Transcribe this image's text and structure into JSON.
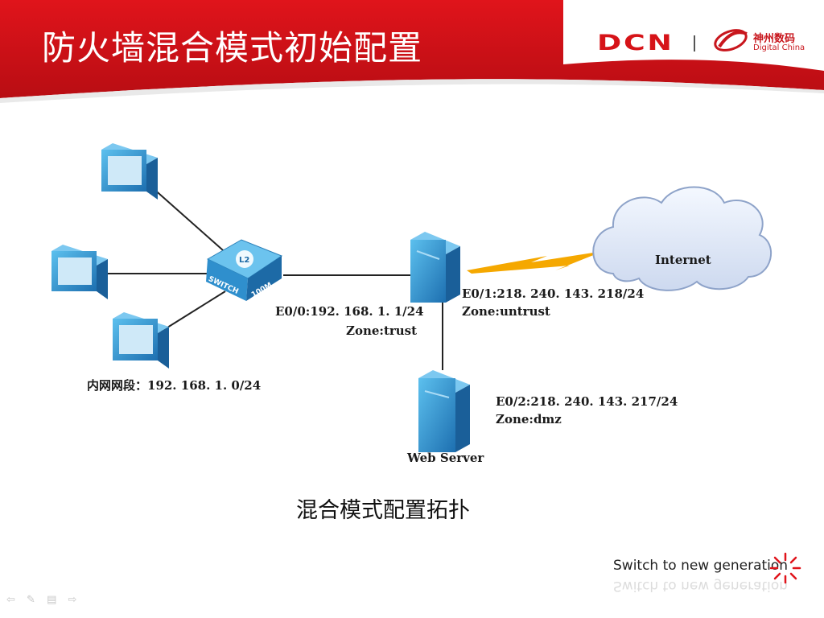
{
  "slide": {
    "title": "防火墙混合模式初始配置",
    "caption": "混合模式配置拓扑",
    "slogan": "Switch to new generation"
  },
  "logo": {
    "dcn": "DCN",
    "brand_cn": "神州数码",
    "brand_en": "Digital China"
  },
  "diagram": {
    "switch_text_l2": "L2",
    "switch_text_switch": "SWITCH",
    "switch_text_speed": "100M",
    "internet_label": "Internet",
    "e00_interface": "E0/0:192. 168. 1. 1/24",
    "e00_zone": "Zone:trust",
    "e01_interface": "E0/1:218. 240. 143. 218/24",
    "e01_zone": "Zone:untrust",
    "e02_interface": "E0/2:218. 240. 143. 217/24",
    "e02_zone": "Zone:dmz",
    "lan_segment": "内网网段：192. 168. 1. 0/24",
    "web_server": "Web Server"
  },
  "colors": {
    "header_red": "#d9171e",
    "device_blue": "#3b9fd6",
    "lightning": "#f5a800"
  },
  "nav": [
    "prev-icon",
    "pen-icon",
    "menu-icon",
    "next-icon"
  ]
}
